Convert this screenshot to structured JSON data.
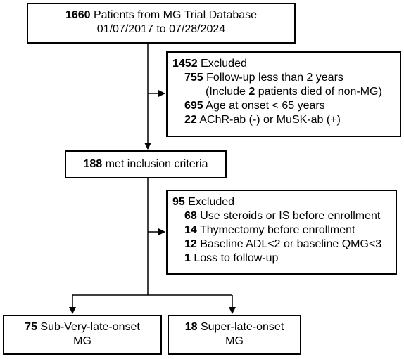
{
  "total": {
    "count": "1660",
    "label": " Patients from MG Trial Database",
    "dates": "01/07/2017 to 07/28/2024"
  },
  "excluded1": {
    "count": "1452",
    "label": " Excluded",
    "items": [
      {
        "count": "755",
        "text": " Follow-up less than 2 years"
      },
      {
        "pre": "(Include ",
        "count": "2",
        "text": " patients died of non-MG)"
      },
      {
        "count": "695",
        "text": " Age at onset < 65 years"
      },
      {
        "count": "22",
        "text": " AChR-ab (-) or MuSK-ab (+)"
      }
    ]
  },
  "included": {
    "count": "188",
    "label": " met inclusion criteria"
  },
  "excluded2": {
    "count": "95",
    "label": " Excluded",
    "items": [
      {
        "count": "68",
        "text": " Use steroids or IS before enrollment"
      },
      {
        "count": "14",
        "text": " Thymectomy before enrollment"
      },
      {
        "count": "12",
        "text": " Baseline ADL<2 or baseline QMG<3"
      },
      {
        "count": "1",
        "text": " Loss to follow-up"
      }
    ]
  },
  "groups": [
    {
      "count": "75",
      "label": " Sub-Very-late-onset",
      "line2": "MG"
    },
    {
      "count": "18",
      "label": " Super-late-onset",
      "line2": "MG"
    }
  ]
}
